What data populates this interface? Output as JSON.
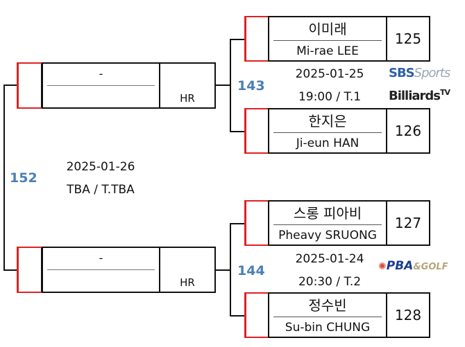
{
  "final": {
    "match_no": "152",
    "date": "2025-01-26",
    "time_table": "TBA / T.TBA"
  },
  "semi_top": {
    "player": "-",
    "label": "HR"
  },
  "semi_bottom": {
    "player": "-",
    "label": "HR"
  },
  "match_143": {
    "match_no": "143",
    "date": "2025-01-25",
    "time_table": "19:00 / T.1",
    "broadcaster_1": "SBS Sports",
    "broadcaster_1a": "SBS",
    "broadcaster_1b": "Sports",
    "broadcaster_2a": "Billiards",
    "broadcaster_2b": "TV",
    "player_a": {
      "kr": "이미래",
      "en": "Mi-rae LEE",
      "seed": "125"
    },
    "player_b": {
      "kr": "한지은",
      "en": "Ji-eun HAN",
      "seed": "126"
    }
  },
  "match_144": {
    "match_no": "144",
    "date": "2025-01-24",
    "time_table": "20:30 / T.2",
    "broadcaster_a": "PBA",
    "broadcaster_b": "&GOLF",
    "player_a": {
      "kr": "스롱 피아비",
      "en": "Pheavy SRUONG",
      "seed": "127"
    },
    "player_b": {
      "kr": "정수빈",
      "en": "Su-bin CHUNG",
      "seed": "128"
    }
  },
  "colors": {
    "accent_red": "#d22222",
    "match_blue": "#4a7fb5"
  }
}
